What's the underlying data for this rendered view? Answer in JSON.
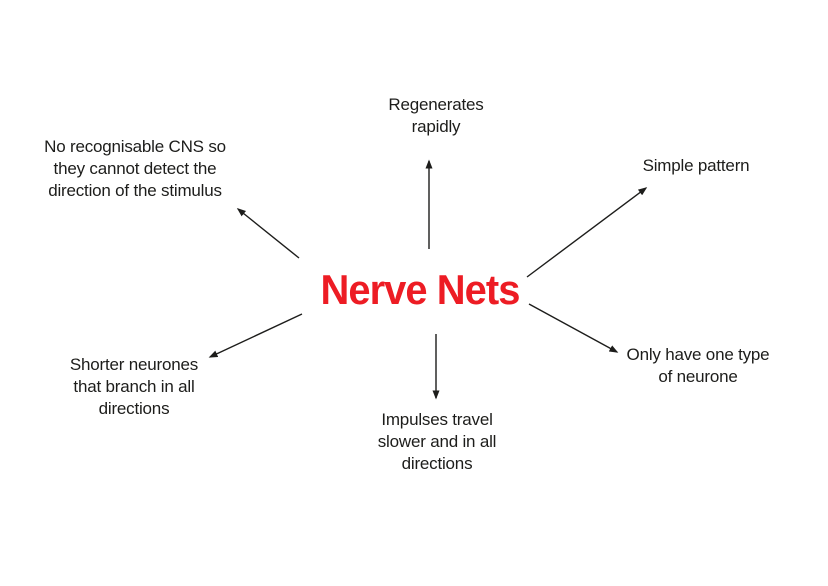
{
  "diagram": {
    "type": "mind-map",
    "background_color": "#ffffff",
    "text_color": "#1d1d1b",
    "title": {
      "text": "Nerve Nets",
      "color": "#ed1c24"
    },
    "nodes": [
      {
        "id": "regenerates-rapidly",
        "position": "top",
        "label": "Regenerates rapidly",
        "lines": [
          "Regenerates",
          "rapidly"
        ]
      },
      {
        "id": "no-recognisable-cns",
        "position": "top-left",
        "label": "No recognisable CNS so they cannot detect the direction of the stimulus",
        "lines": [
          "No recognisable CNS so",
          "they cannot detect the",
          "direction of the stimulus"
        ]
      },
      {
        "id": "simple-pattern",
        "position": "top-right",
        "label": "Simple pattern",
        "lines": [
          "Simple pattern"
        ]
      },
      {
        "id": "only-one-type-of-neurone",
        "position": "right",
        "label": "Only have one type of neurone",
        "lines": [
          "Only have one type",
          "of neurone"
        ]
      },
      {
        "id": "shorter-neurones",
        "position": "bottom-left",
        "label": "Shorter neurones that branch in all directions",
        "lines": [
          "Shorter neurones",
          "that branch in all",
          "directions"
        ]
      },
      {
        "id": "impulses-travel-slower",
        "position": "bottom",
        "label": "Impulses travel slower and in all directions",
        "lines": [
          "Impulses travel",
          "slower and in all",
          "directions"
        ]
      }
    ],
    "edges": [
      {
        "from": "nerve-nets",
        "to": "regenerates-rapidly"
      },
      {
        "from": "nerve-nets",
        "to": "no-recognisable-cns"
      },
      {
        "from": "nerve-nets",
        "to": "simple-pattern"
      },
      {
        "from": "nerve-nets",
        "to": "only-one-type-of-neurone"
      },
      {
        "from": "nerve-nets",
        "to": "shorter-neurones"
      },
      {
        "from": "nerve-nets",
        "to": "impulses-travel-slower"
      }
    ]
  }
}
